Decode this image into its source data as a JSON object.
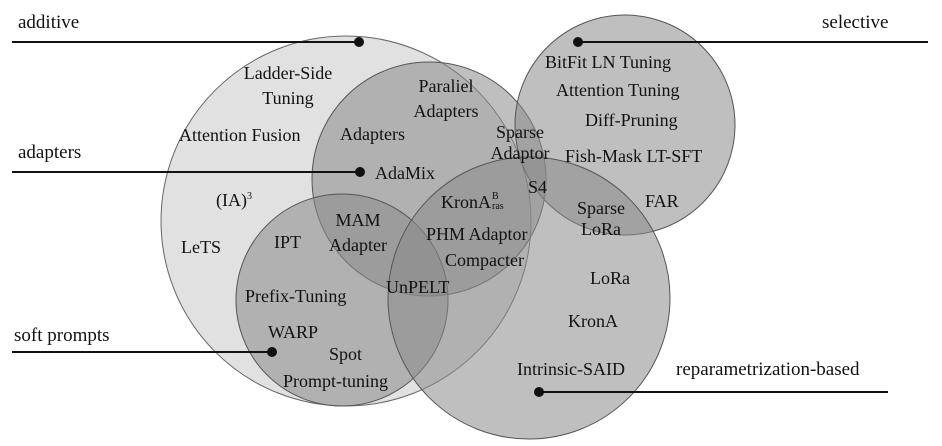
{
  "categories": {
    "additive": "additive",
    "selective": "selective",
    "adapters": "adapters",
    "soft_prompts": "soft prompts",
    "reparametrization": "reparametrization-based"
  },
  "methods": {
    "ladder_side_1": "Ladder-Side",
    "ladder_side_2": "Tuning",
    "attention_fusion": "Attention Fusion",
    "ia3_base": "(IA)",
    "ia3_sup": "3",
    "lets": "LeTS",
    "parallel_1": "Paraliel",
    "parallel_2": "Adapters",
    "adapters": "Adapters",
    "adamix": "AdaMix",
    "sparse_adaptor_1": "Sparse",
    "sparse_adaptor_2": "Adaptor",
    "bitfit_ln": "BitFit LN Tuning",
    "attention_tuning": "Attention Tuning",
    "diff_pruning": "Diff-Pruning",
    "fish_mask": "Fish-Mask LT-SFT",
    "s4": "S4",
    "far": "FAR",
    "sparse_lora_1": "Sparse",
    "sparse_lora_2": "LoRa",
    "kronab_base": "KronA",
    "kronab_sup": "B",
    "kronab_sub": "ras",
    "phm_adaptor": "PHM Adaptor",
    "compacter": "Compacter",
    "mam_1": "MAM",
    "mam_2": "Adapter",
    "ipt": "IPT",
    "unpelt": "UnPELT",
    "prefix_tuning": "Prefix-Tuning",
    "warp": "WARP",
    "spot": "Spot",
    "prompt_tuning": "Prompt-tuning",
    "lora": "LoRa",
    "krona": "KronA",
    "intrinsic_said": "Intrinsic-SAID"
  },
  "colors": {
    "additive_fill": "#dcdcdc",
    "inner_fill": "#8a8a8a",
    "outline": "#555555",
    "line": "#111111"
  }
}
